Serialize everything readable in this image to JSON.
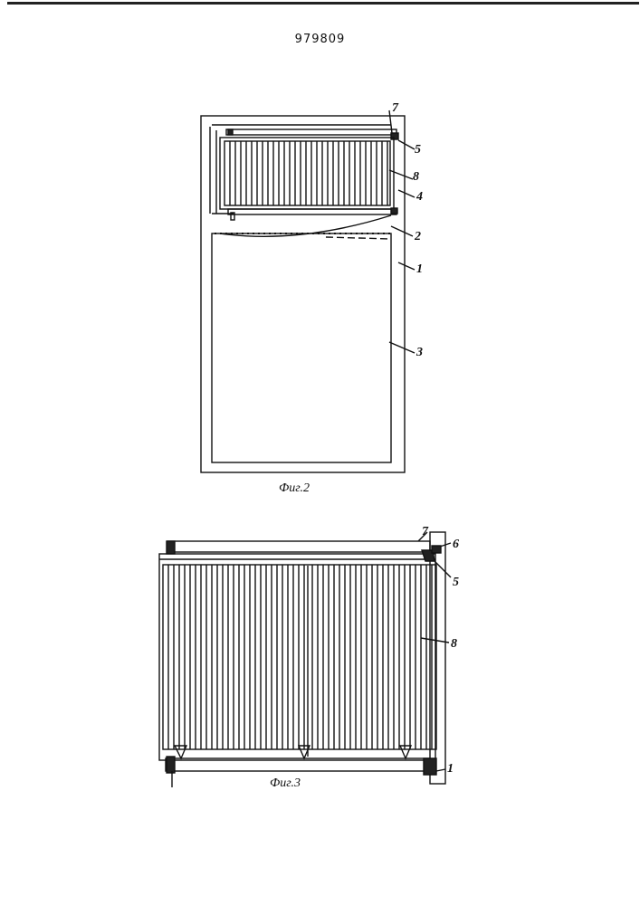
{
  "document": {
    "patent_number": "979809"
  },
  "figure2": {
    "caption": "Фиг.2",
    "labels": {
      "l7": "7",
      "l5": "5",
      "l8": "8",
      "l4": "4",
      "l2": "2",
      "l1": "1",
      "l3": "3"
    }
  },
  "figure3": {
    "caption": "Фиг.3",
    "labels": {
      "l7": "7",
      "l6": "6",
      "l5": "5",
      "l8": "8",
      "l1": "1"
    }
  }
}
